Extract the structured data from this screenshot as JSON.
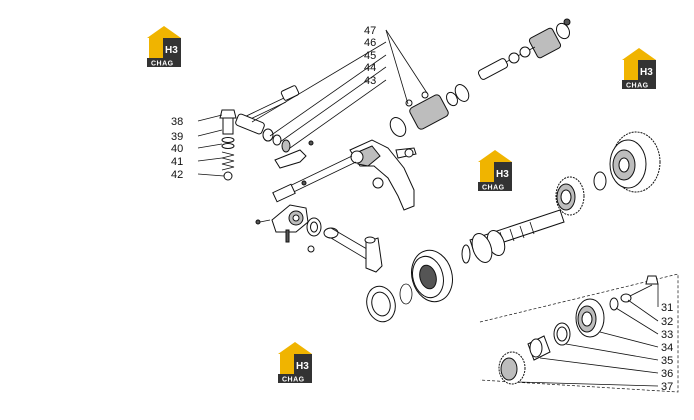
{
  "watermark": {
    "logo_mark": "H3",
    "logo_text": "CHAG",
    "color_gold": "#f0b400",
    "color_dark": "#333333"
  },
  "labels": {
    "n31": "31",
    "n32": "32",
    "n33": "33",
    "n34": "34",
    "n35": "35",
    "n36": "36",
    "n37": "37",
    "n38": "38",
    "n39": "39",
    "n40": "40",
    "n41": "41",
    "n42": "42",
    "n43": "43",
    "n44": "44",
    "n45": "45",
    "n46": "46",
    "n47": "47"
  }
}
